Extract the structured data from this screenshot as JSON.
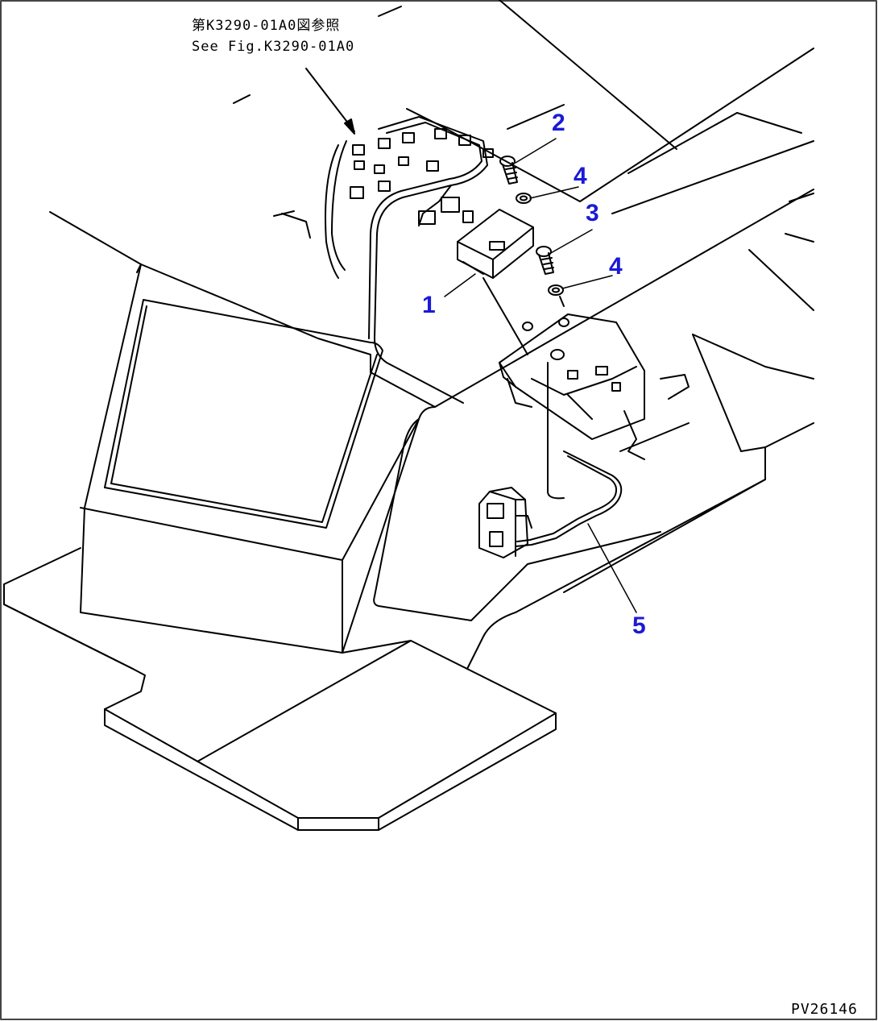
{
  "reference_note": {
    "line1": "第K3290-01A0図参照",
    "line2": "See Fig.K3290-01A0"
  },
  "callouts": [
    {
      "id": "callout-1",
      "label": "1"
    },
    {
      "id": "callout-2",
      "label": "2"
    },
    {
      "id": "callout-3",
      "label": "3"
    },
    {
      "id": "callout-4a",
      "label": "4"
    },
    {
      "id": "callout-4b",
      "label": "4"
    },
    {
      "id": "callout-5",
      "label": "5"
    }
  ],
  "drawing_id": "PV26146",
  "colors": {
    "line": "#000000",
    "callout": "#1a1ad6",
    "frame": "#444444",
    "background": "#ffffff"
  }
}
